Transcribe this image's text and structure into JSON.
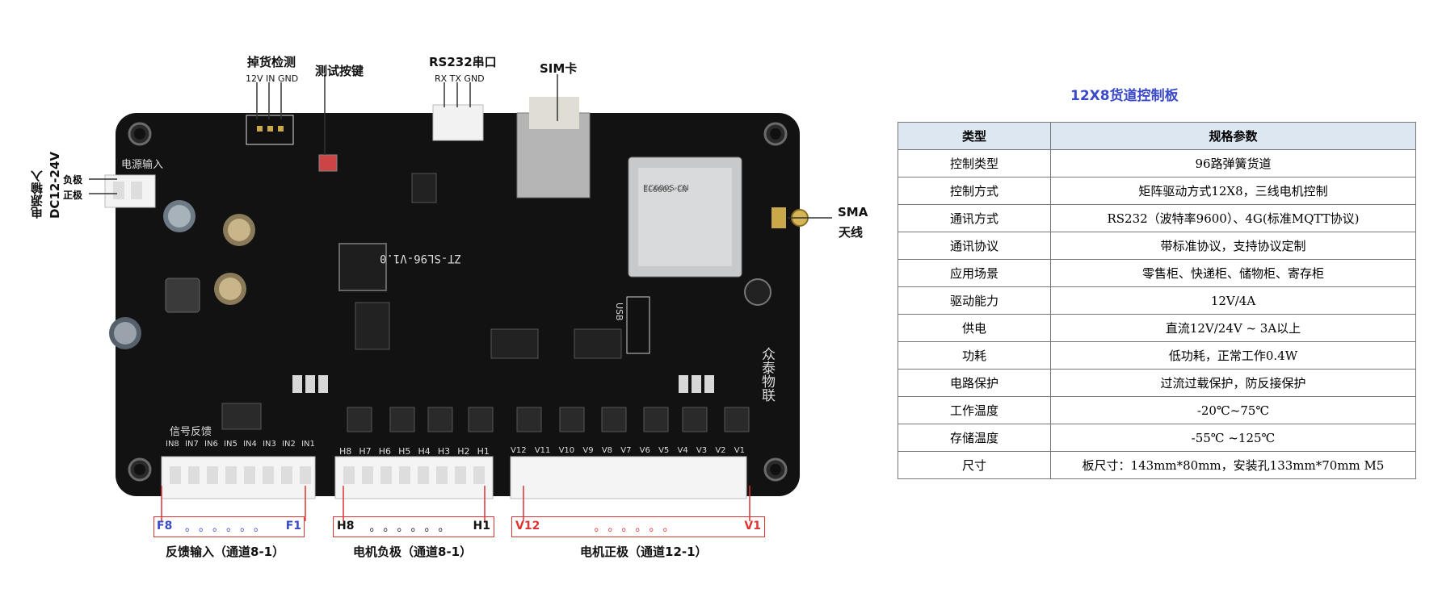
{
  "left_labels": {
    "power_input_vertical": "电源输入\nDC12-24V",
    "neg": "负极",
    "pos": "正极"
  },
  "top_callouts": {
    "drop_detect": "掉货检测",
    "drop_pins": "12V IN GND",
    "test_key": "测试按键",
    "rs232": "RS232串口",
    "rs232_pins": "RX TX GND",
    "sim": "SIM卡"
  },
  "right_callouts": {
    "sma": "SMA",
    "antenna": "天线"
  },
  "board_silk": {
    "power_in": "电源输入",
    "signal_feedback": "信号反馈",
    "board_name": "ZT-SL96-V1.0",
    "brand": "众泰物联",
    "module": "EC600S-CN",
    "usb": "USB",
    "in_pins": [
      "IN8",
      "IN7",
      "IN6",
      "IN5",
      "IN4",
      "IN3",
      "IN2",
      "IN1"
    ],
    "h_pins": [
      "H8",
      "H7",
      "H6",
      "H5",
      "H4",
      "H3",
      "H2",
      "H1"
    ],
    "v_pins": [
      "V12",
      "V11",
      "V10",
      "V9",
      "V8",
      "V7",
      "V6",
      "V5",
      "V4",
      "V3",
      "V2",
      "V1"
    ]
  },
  "connectors": [
    {
      "left": "F8",
      "right": "F1",
      "dots": "。。。。。。",
      "caption": "反馈输入（通道8-1）"
    },
    {
      "left": "H8",
      "right": "H1",
      "dots": "。。。。。。",
      "caption": "电机负极（通道8-1）"
    },
    {
      "left": "V12",
      "right": "V1",
      "dots": "。。。。。。",
      "caption": "电机正极（通道12-1）"
    }
  ],
  "spec": {
    "title": "12X8货道控制板",
    "headers": [
      "类型",
      "规格参数"
    ],
    "rows": [
      [
        "控制类型",
        "96路弹簧货道"
      ],
      [
        "控制方式",
        "矩阵驱动方式12X8，三线电机控制"
      ],
      [
        "通讯方式",
        "RS232（波特率9600）、4G(标准MQTT协议)"
      ],
      [
        "通讯协议",
        "带标准协议，支持协议定制"
      ],
      [
        "应用场景",
        "零售柜、快递柜、储物柜、寄存柜"
      ],
      [
        "驱动能力",
        "12V/4A"
      ],
      [
        "供电",
        "直流12V/24V ~ 3A以上"
      ],
      [
        "功耗",
        "低功耗，正常工作0.4W"
      ],
      [
        "电路保护",
        "过流过载保护，防反接保护"
      ],
      [
        "工作温度",
        "-20℃~75℃"
      ],
      [
        "存储温度",
        "-55℃ ~125℃"
      ],
      [
        "尺寸",
        "板尺寸：143mm*80mm，安装孔133mm*70mm M5"
      ]
    ]
  }
}
